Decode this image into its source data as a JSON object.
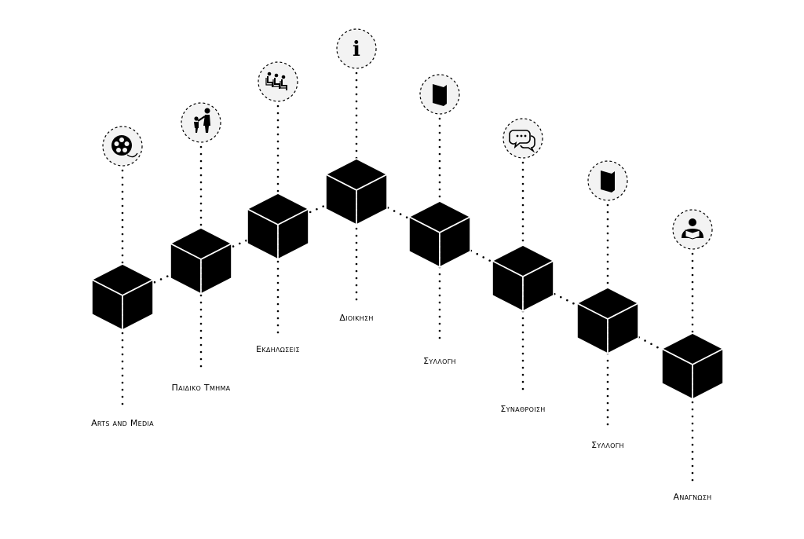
{
  "diagram": {
    "nodes": [
      {
        "label": "Arts and Media",
        "icon": "film-reel-icon"
      },
      {
        "label": "Παιδικο Τμημα",
        "icon": "adult-child-icon"
      },
      {
        "label": "Εκδηλωσεις",
        "icon": "audience-seats-icon"
      },
      {
        "label": "Διοικηση",
        "icon": "info-icon"
      },
      {
        "label": "Συλλογη",
        "icon": "book-icon"
      },
      {
        "label": "Συναθροιση",
        "icon": "speech-bubbles-icon"
      },
      {
        "label": "Συλλογη",
        "icon": "book-icon"
      },
      {
        "label": "Αναγνωση",
        "icon": "reader-icon"
      }
    ]
  }
}
